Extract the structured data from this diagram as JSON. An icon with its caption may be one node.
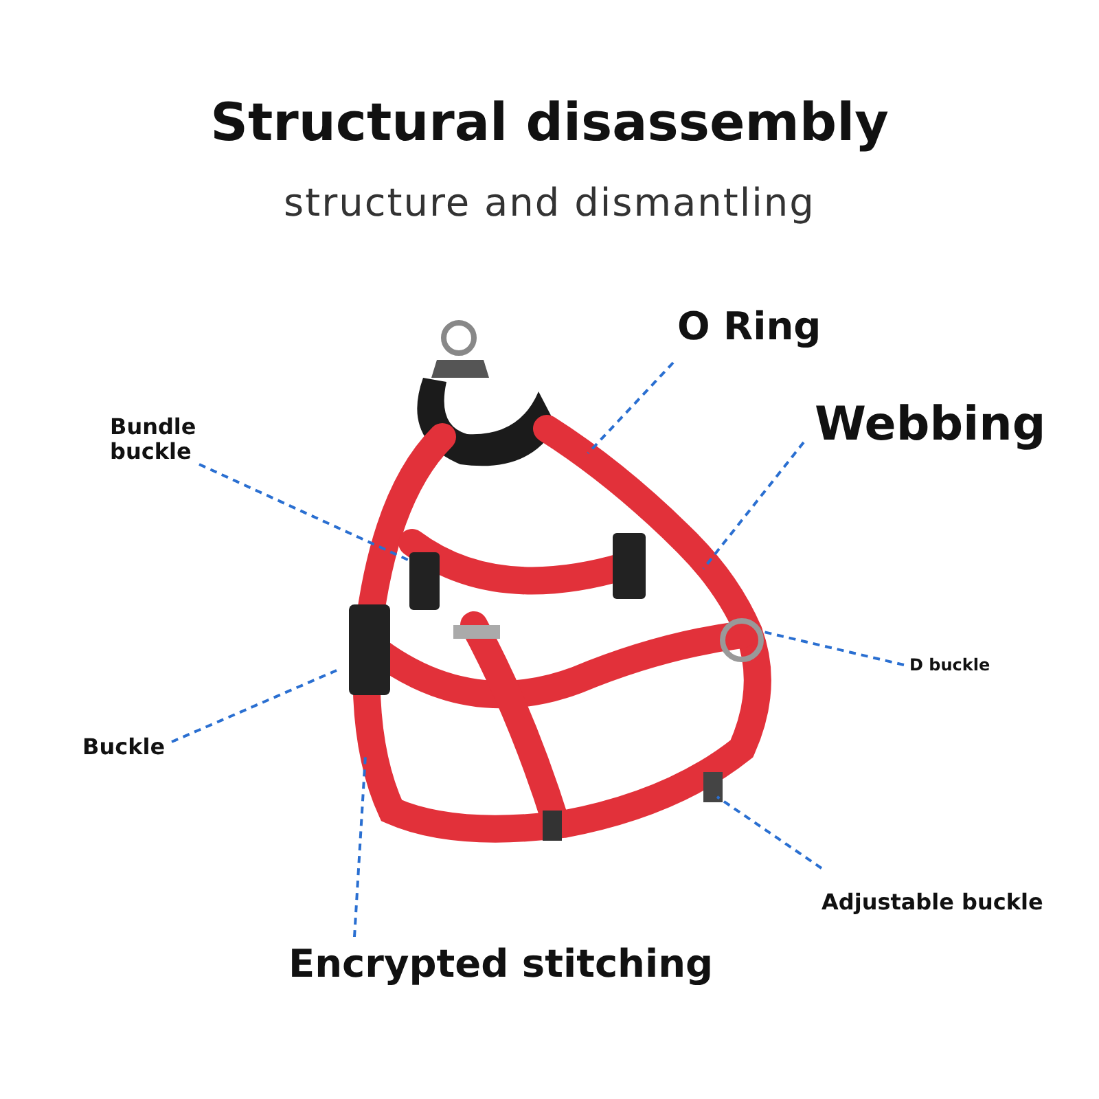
{
  "diagram": {
    "title": "Structural disassembly",
    "nodes": [
      {
        "text": [
          "O Ring"
        ]
      },
      {
        "text": [
          "Webbing"
        ]
      },
      {
        "text": [
          "Bundle buckle"
        ]
      },
      {
        "text": [
          "D buckle"
        ]
      },
      {
        "text": [
          "Buckle"
        ]
      },
      {
        "text": [
          "Adjustable buckle"
        ]
      },
      {
        "text": [
          "Encrypted stitching"
        ]
      }
    ],
    "edges": [
      {
        "from": 0,
        "to": null,
        "arrow": "none",
        "style": "dashed"
      },
      {
        "from": 1,
        "to": null,
        "arrow": "none",
        "style": "dashed"
      },
      {
        "from": 2,
        "to": null,
        "arrow": "none",
        "style": "dashed"
      },
      {
        "from": 3,
        "to": null,
        "arrow": "none",
        "style": "dashed"
      },
      {
        "from": 4,
        "to": null,
        "arrow": "none",
        "style": "dashed"
      },
      {
        "from": 5,
        "to": null,
        "arrow": "none",
        "style": "dashed"
      },
      {
        "from": 6,
        "to": null,
        "arrow": "none",
        "style": "dashed"
      }
    ],
    "labels": [
      "structure and dismantling"
    ]
  }
}
